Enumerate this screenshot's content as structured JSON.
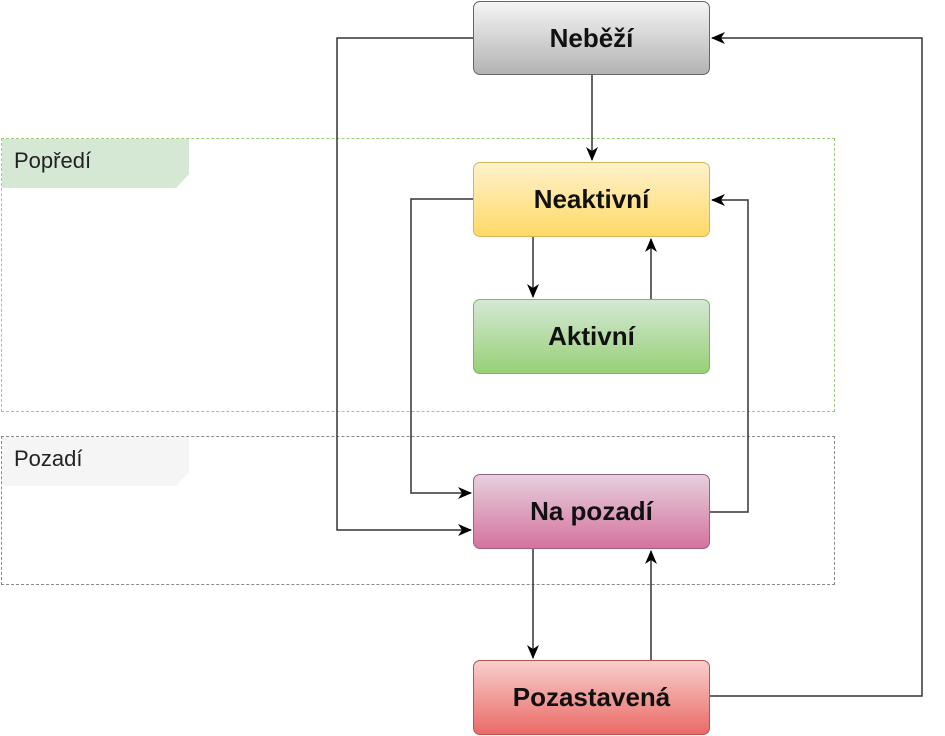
{
  "groups": {
    "foreground": {
      "label": "Popředí"
    },
    "background": {
      "label": "Pozadí"
    }
  },
  "states": {
    "running": "Neběží",
    "inactive": "Neaktivní",
    "active": "Aktivní",
    "background": "Na pozadí",
    "suspended": "Pozastavená"
  },
  "colors": {
    "running": "#b3b3b3",
    "inactive": "#ffd966",
    "active": "#97d077",
    "background": "#d5739d",
    "suspended": "#ea6b66",
    "foreground_group": "#97d077",
    "background_group": "#8a8a8a",
    "edge": "#333333"
  },
  "transitions": [
    {
      "from": "Neběží",
      "to": "Neaktivní"
    },
    {
      "from": "Neaktivní",
      "to": "Aktivní"
    },
    {
      "from": "Aktivní",
      "to": "Neaktivní"
    },
    {
      "from": "Neaktivní",
      "to": "Na pozadí"
    },
    {
      "from": "Neběží",
      "to": "Na pozadí"
    },
    {
      "from": "Na pozadí",
      "to": "Neaktivní"
    },
    {
      "from": "Na pozadí",
      "to": "Pozastavená"
    },
    {
      "from": "Pozastavená",
      "to": "Na pozadí"
    },
    {
      "from": "Pozastavená",
      "to": "Neběží"
    }
  ]
}
